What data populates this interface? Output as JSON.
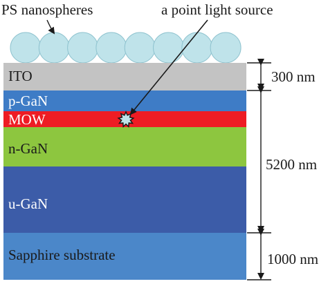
{
  "annotations": {
    "nanospheres_label": "PS nanospheres",
    "light_source_label": "a point light source"
  },
  "layers": [
    {
      "id": "ito",
      "label": "ITO",
      "color": "#c3c3c3",
      "text_color": "#1a1a1a"
    },
    {
      "id": "p-gan",
      "label": "p-GaN",
      "color": "#3e7cc6",
      "text_color": "#ffffff"
    },
    {
      "id": "mow",
      "label": "MOW",
      "color": "#ee1c24",
      "text_color": "#ffffff"
    },
    {
      "id": "n-gan",
      "label": "n-GaN",
      "color": "#8dc63f",
      "text_color": "#1a1a1a"
    },
    {
      "id": "u-gan",
      "label": "u-GaN",
      "color": "#3c5ca8",
      "text_color": "#ffffff"
    },
    {
      "id": "sapphire",
      "label": "Sapphire substrate",
      "color": "#4b87c9",
      "text_color": "#1a1a1a"
    }
  ],
  "dimensions": [
    {
      "id": "ito-thickness",
      "label": "300 nm"
    },
    {
      "id": "gan-thickness",
      "label": "5200 nm"
    },
    {
      "id": "sapphire-thickness",
      "label": "1000 nm"
    }
  ],
  "colors": {
    "nanosphere_fill": "#bfe3ea",
    "nanosphere_stroke": "#8fc3cf",
    "light_source_fill": "#bfe3ea",
    "arrow": "#1a1a1a"
  }
}
